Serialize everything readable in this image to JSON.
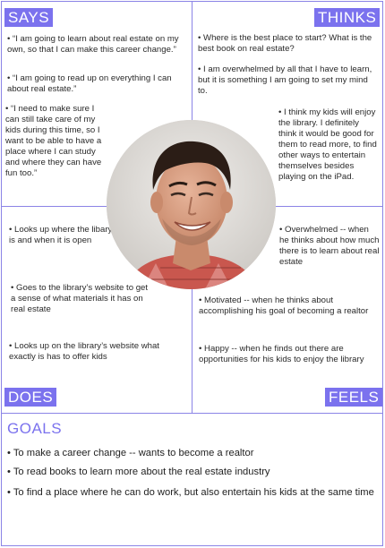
{
  "labels": {
    "says": "SAYS",
    "thinks": "THINKS",
    "does": "DOES",
    "feels": "FEELS"
  },
  "says": [
    "• “I am going to learn about real estate on my own, so that I can make this career change.”",
    "• “I am going to read up on everything I can about real estate.”",
    "• “I need to make sure I can still take care of my kids during this time, so I want to be able to have a place where I can study and where they can have fun too.”"
  ],
  "thinks": [
    "• Where is the best place to start? What is the best book on real estate?",
    "• I am overwhelmed by all that I have to learn, but it is something I am going to set my mind to.",
    "• I think my kids will enjoy the library. I definitely think it would be good for them to read more, to find other ways to entertain themselves besides playing on the iPad."
  ],
  "does": [
    "• Looks up where the libary is and when it is open",
    "• Goes to the library’s website to get a sense of what materials it has on real estate",
    "• Looks up on the library’s website what exactly is has to offer kids"
  ],
  "feels": [
    "• Overwhelmed -- when he thinks about how much there is to learn about real estate",
    "• Motivated -- when he thinks about accomplishing his goal of becoming a realtor",
    "• Happy -- when he finds out there are opportunities for his kids to enjoy the library"
  ],
  "goals": {
    "title": "GOALS",
    "items": [
      "• To make a career change -- wants to become a realtor",
      "• To read books to learn more about the real estate industry",
      "• To find a place where he can do work, but also entertain his kids at the same time"
    ]
  },
  "colors": {
    "accent": "#7b72ee",
    "line": "#8b84e6"
  }
}
